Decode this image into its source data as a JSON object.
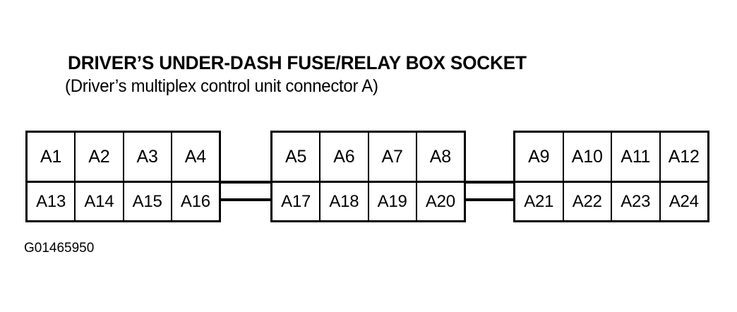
{
  "figure": {
    "title": "DRIVER’S UNDER-DASH FUSE/RELAY BOX SOCKET",
    "subtitle": "(Driver’s multiplex control unit connector A)",
    "caption": "G01465950",
    "line_color": "#000000",
    "background_color": "#ffffff"
  },
  "connectors": [
    {
      "name": "connector-block-left",
      "rows": [
        {
          "name": "top",
          "cells": [
            "A1",
            "A2",
            "A3",
            "A4"
          ]
        },
        {
          "name": "bottom",
          "cells": [
            "A13",
            "A14",
            "A15",
            "A16"
          ]
        }
      ]
    },
    {
      "name": "connector-block-middle",
      "rows": [
        {
          "name": "top",
          "cells": [
            "A5",
            "A6",
            "A7",
            "A8"
          ]
        },
        {
          "name": "bottom",
          "cells": [
            "A17",
            "A18",
            "A19",
            "A20"
          ]
        }
      ]
    },
    {
      "name": "connector-block-right",
      "rows": [
        {
          "name": "top",
          "cells": [
            "A9",
            "A10",
            "A11",
            "A12"
          ]
        },
        {
          "name": "bottom",
          "cells": [
            "A21",
            "A22",
            "A23",
            "A24"
          ]
        }
      ]
    }
  ]
}
